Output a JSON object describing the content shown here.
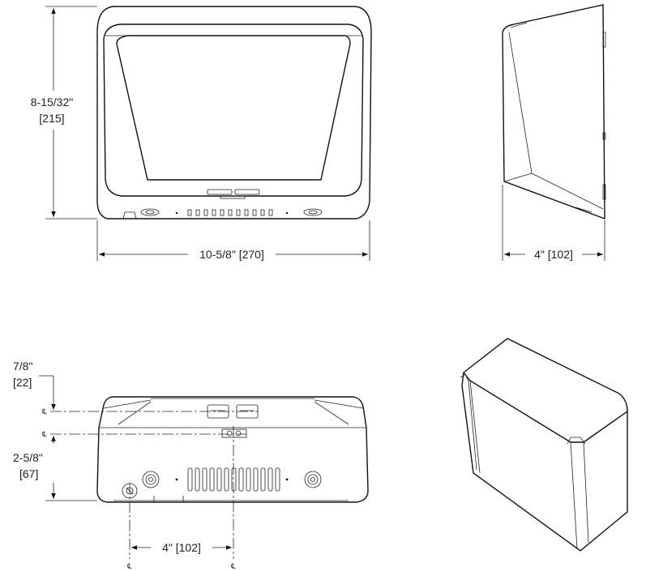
{
  "drawing": {
    "front_view": {
      "height_in": "8-15/32\"",
      "height_mm": "[215]",
      "width": "10-5/8\" [270]"
    },
    "side_view": {
      "depth": "4\" [102]"
    },
    "bottom_view": {
      "top_offset_in": "7/8\"",
      "top_offset_mm": "[22]",
      "height_offset_in": "2-5/8\"",
      "height_offset_mm": "[67]",
      "centerline_spacing": "4\" [102]",
      "centerline_symbol": "℄"
    }
  }
}
